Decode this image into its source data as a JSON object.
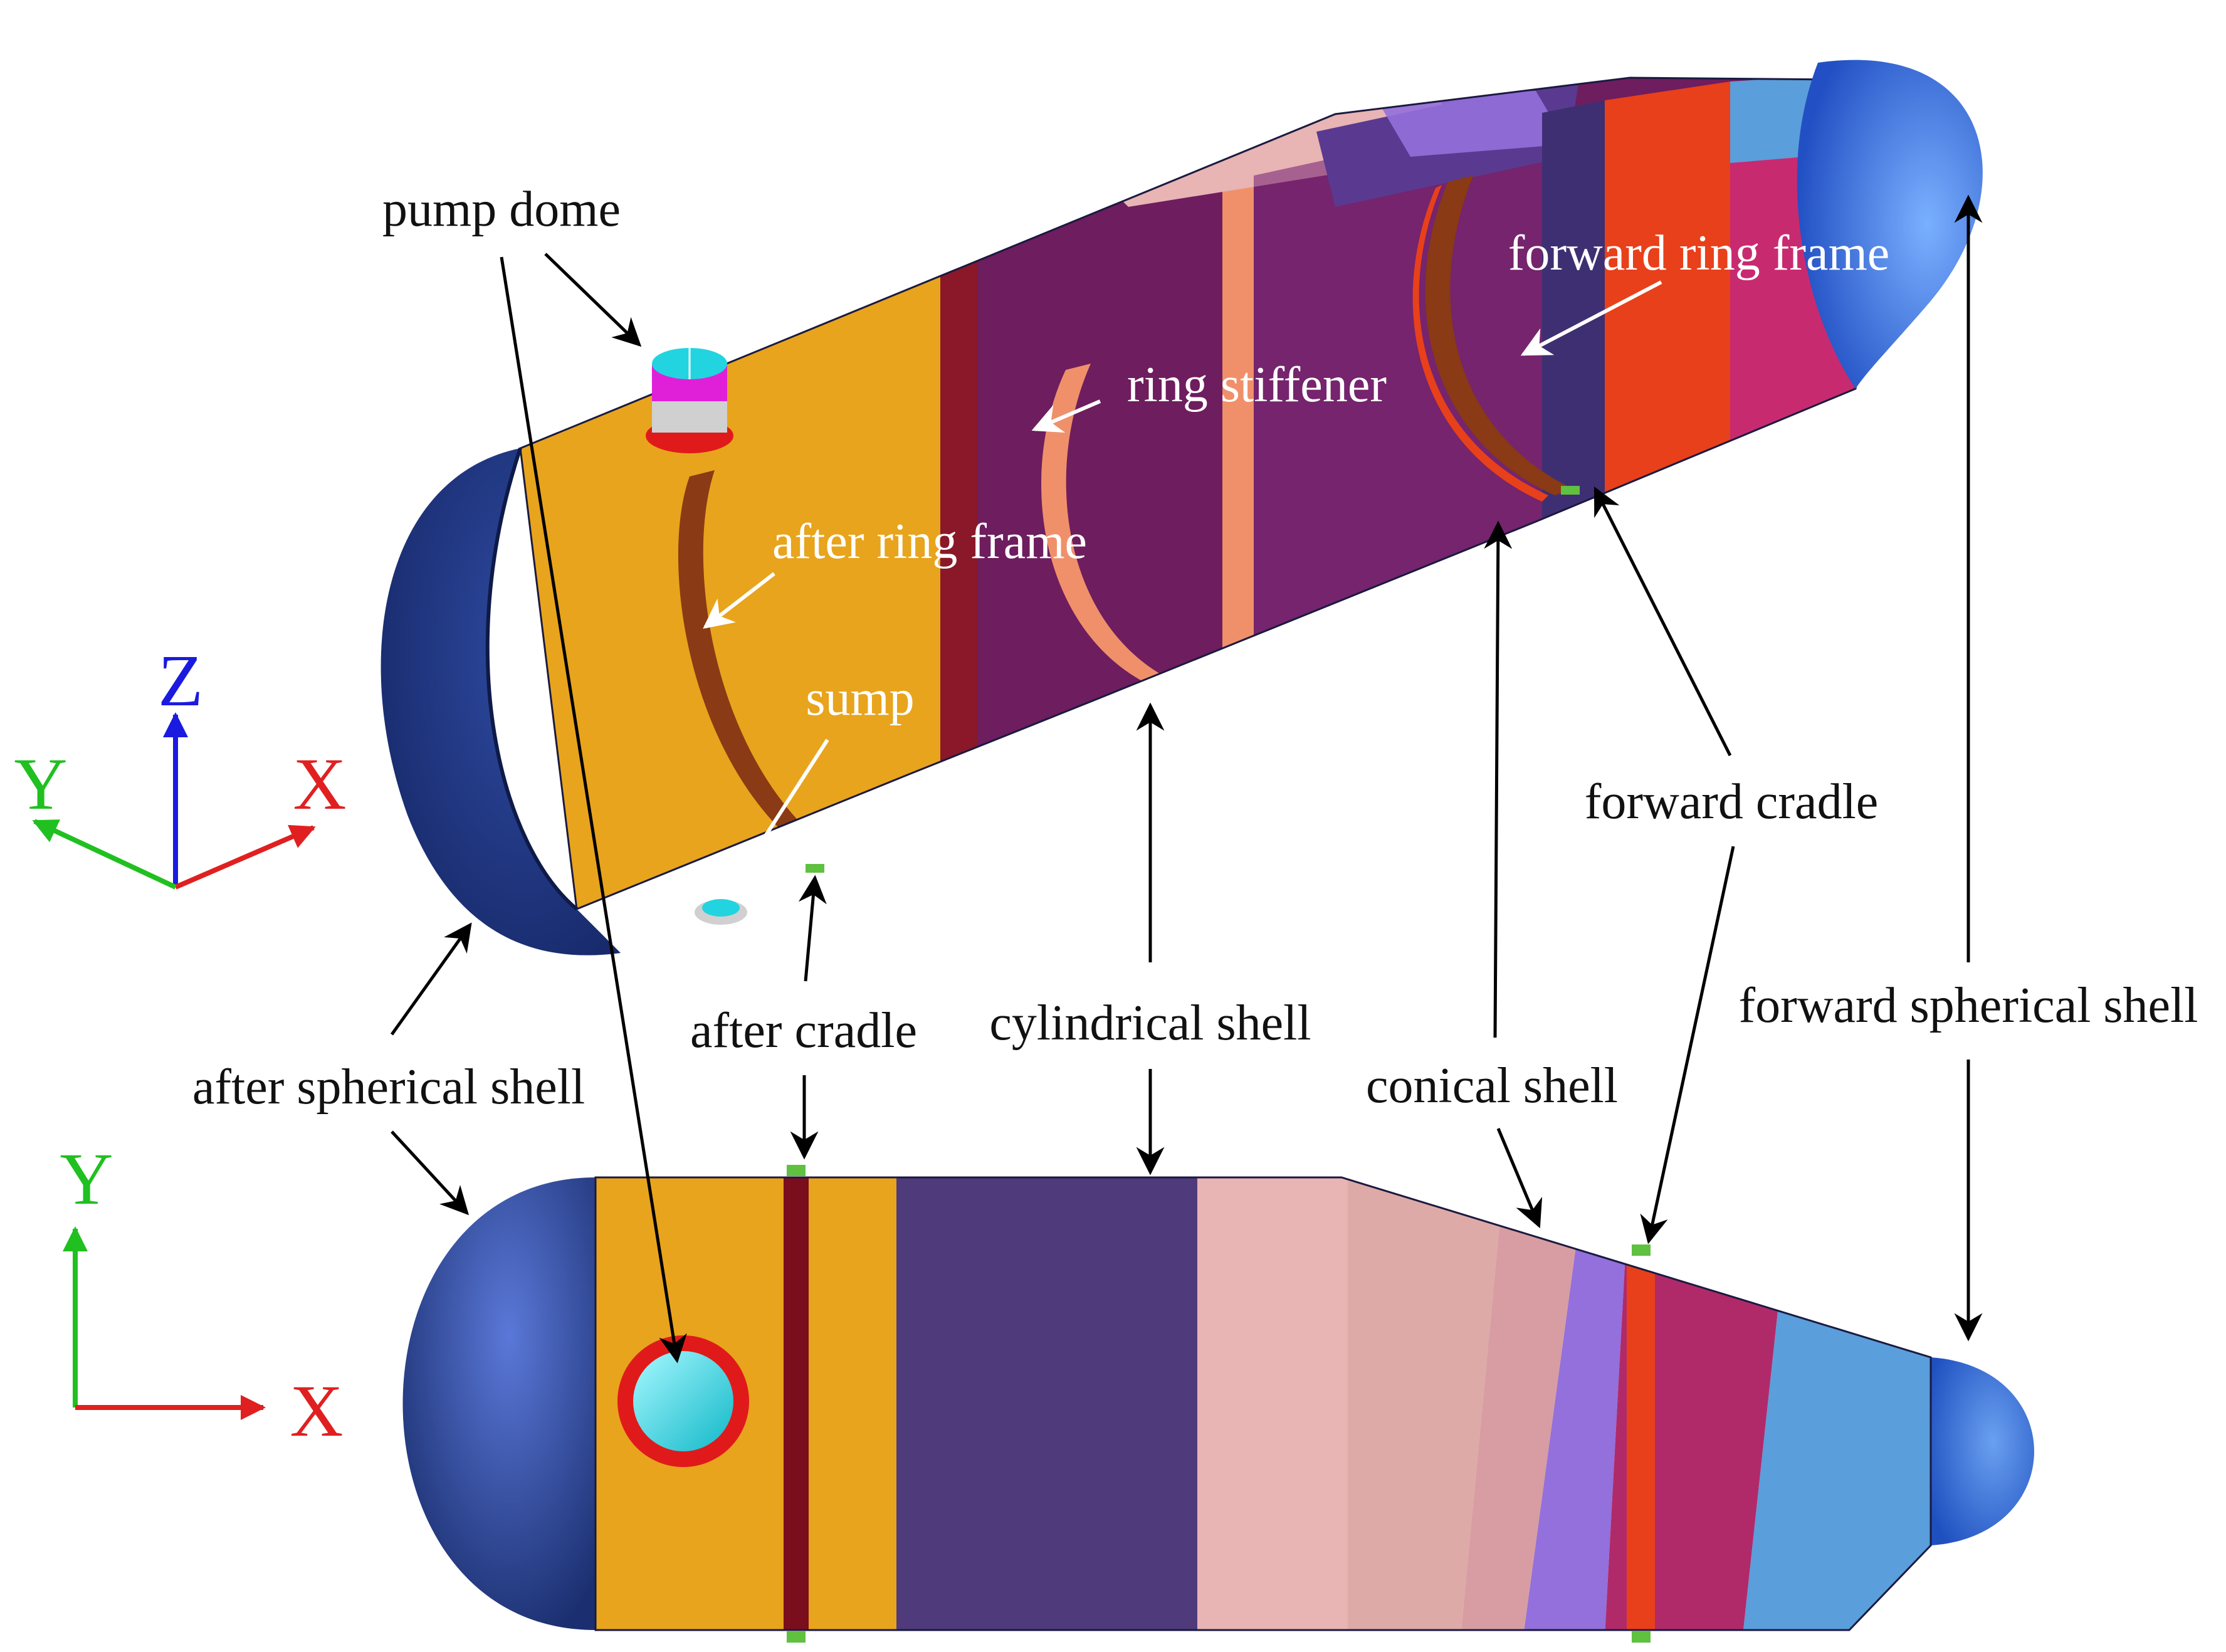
{
  "labels": {
    "pump_dome": "pump dome",
    "forward_ring_frame": "forward ring frame",
    "ring_stiffener": "ring stiffener",
    "after_ring_frame": "after ring frame",
    "sump": "sump",
    "forward_cradle": "forward cradle",
    "forward_spherical_shell": "forward spherical shell",
    "after_cradle": "after cradle",
    "cylindrical_shell": "cylindrical shell",
    "conical_shell": "conical shell",
    "after_spherical_shell": "after spherical shell"
  },
  "axes_iso": {
    "z": "Z",
    "y": "Y",
    "x": "X"
  },
  "axes_top": {
    "y": "Y",
    "x": "X"
  },
  "colors": {
    "after_spherical_shell": "#1f3a80",
    "after_section": "#e8a41c",
    "after_cradle": "#7a0e1c",
    "cylindrical_shell": "#4f3a7c",
    "iso_cylinder": "#6e1d5e",
    "transition_pink": "#e8b4b4",
    "conical_lavender": "#9370db",
    "forward_cradle": "#e8401a",
    "forward_magenta": "#b02a6a",
    "forward_sky": "#5a9edb",
    "forward_spherical_shell": "#2b5fd4",
    "pump_dome_top": "#22d4e0",
    "pump_dome_ring": "#e01a1a",
    "ring_frame": "#8a3a14",
    "ring_stiffener": "#f0906a",
    "axis_x": "#e02020",
    "axis_y": "#20c020",
    "axis_z": "#1a1ae0"
  }
}
